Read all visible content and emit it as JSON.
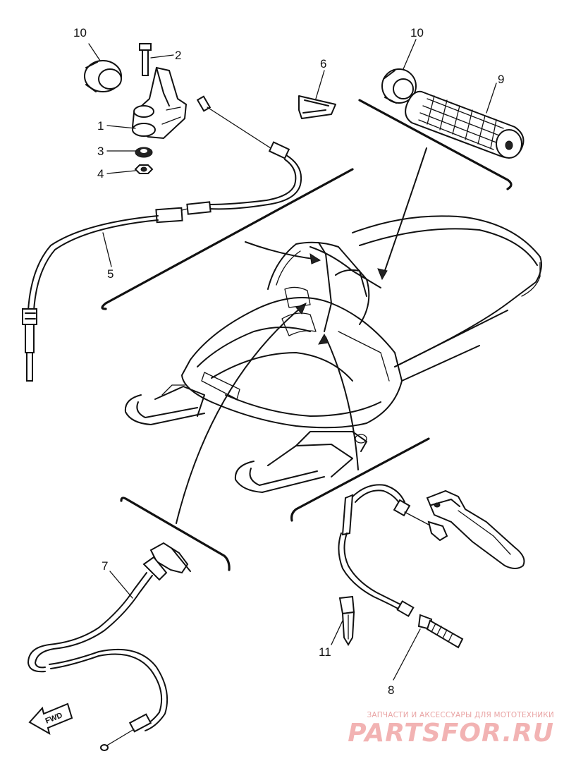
{
  "callouts": {
    "c1": "1",
    "c2": "2",
    "c3": "3",
    "c4": "4",
    "c5": "5",
    "c6": "6",
    "c7": "7",
    "c8": "8",
    "c9": "9",
    "c10a": "10",
    "c10b": "10",
    "c11": "11"
  },
  "fwd_label": "FWD",
  "watermark": {
    "tagline": "ЗАПЧАСТИ И АКСЕССУАРЫ ДЛЯ МОТОТЕХНИКИ",
    "brand": "PARTSFOR.RU"
  },
  "colors": {
    "ink": "#111111",
    "watermark": "#f2b3b3"
  }
}
